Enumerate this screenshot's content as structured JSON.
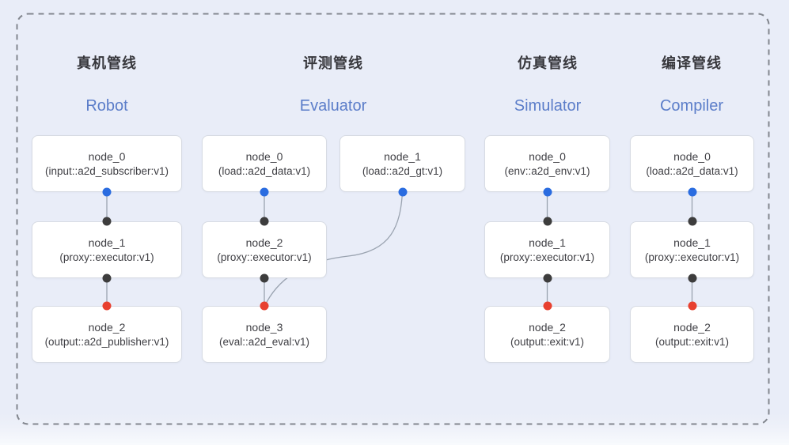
{
  "colors": {
    "background": "#e9edf8",
    "boundary": "#83878f",
    "connector": "#9aa3b0",
    "box-bg": "#ffffff",
    "box-border": "#d7dbe3",
    "node-text": "#3f3f44",
    "title-cn": "#37373c",
    "title-en": "#5b7dc9",
    "dot-blue": "#2a6ce0",
    "dot-black": "#3d3d3d",
    "dot-red": "#e8402f"
  },
  "pipelines": [
    {
      "title_cn": "真机管线",
      "title_en": "Robot",
      "nodes": [
        {
          "title": "node_0",
          "subtitle": "(input::a2d_subscriber:v1)"
        },
        {
          "title": "node_1",
          "subtitle": "(proxy::executor:v1)"
        },
        {
          "title": "node_2",
          "subtitle": "(output::a2d_publisher:v1)"
        }
      ]
    },
    {
      "title_cn": "评测管线",
      "title_en": "Evaluator",
      "nodes": [
        {
          "title": "node_0",
          "subtitle": "(load::a2d_data:v1)"
        },
        {
          "title": "node_1",
          "subtitle": "(load::a2d_gt:v1)"
        },
        {
          "title": "node_2",
          "subtitle": "(proxy::executor:v1)"
        },
        {
          "title": "node_3",
          "subtitle": "(eval::a2d_eval:v1)"
        }
      ]
    },
    {
      "title_cn": "仿真管线",
      "title_en": "Simulator",
      "nodes": [
        {
          "title": "node_0",
          "subtitle": "(env::a2d_env:v1)"
        },
        {
          "title": "node_1",
          "subtitle": "(proxy::executor:v1)"
        },
        {
          "title": "node_2",
          "subtitle": "(output::exit:v1)"
        }
      ]
    },
    {
      "title_cn": "编译管线",
      "title_en": "Compiler",
      "nodes": [
        {
          "title": "node_0",
          "subtitle": "(load::a2d_data:v1)"
        },
        {
          "title": "node_1",
          "subtitle": "(proxy::executor:v1)"
        },
        {
          "title": "node_2",
          "subtitle": "(output::exit:v1)"
        }
      ]
    }
  ]
}
